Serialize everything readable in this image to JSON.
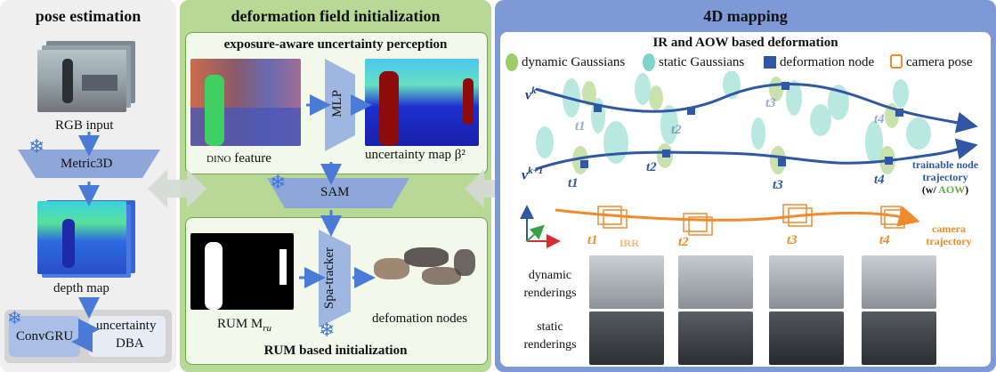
{
  "pose": {
    "title": "pose estimation",
    "rgb_label": "RGB input",
    "metric3d_label": "Metric3D",
    "depth_label": "depth map",
    "convgru_label": "ConvGRU",
    "dba_label_line1": "uncertainty",
    "dba_label_line2": "DBA"
  },
  "deform": {
    "title": "deformation field initialization",
    "exposure_title": "exposure-aware uncertainty perception",
    "mlp_label": "MLP",
    "dino_label_small": "DINO",
    "dino_label_rest": " feature",
    "uncertainty_label": "uncertainty map β²",
    "sam_label": "SAM",
    "rum_label": "RUM M",
    "rum_sub": "ru",
    "spa_label": "Spa-tracker",
    "nodes_label": "defomation nodes",
    "rum_title": "RUM based initialization"
  },
  "mapping": {
    "title": "4D mapping",
    "ir_title": "IR and AOW based deformation",
    "legend": {
      "dynamic": "dynamic Gaussians",
      "static": "static Gaussians",
      "node": "deformation node",
      "camera": "camera pose"
    },
    "vk": "v",
    "vk_sup": "k",
    "vk1": "v",
    "vk1_sup": "k+1",
    "t_labels": [
      "t1",
      "t2",
      "t3",
      "t4"
    ],
    "trainable_line1": "trainable node",
    "trainable_line2": "trajectory",
    "trainable_line3_pre": "(w/ ",
    "trainable_aow": "AOW",
    "trainable_line3_post": ")",
    "irr": "IRR",
    "camera_traj_line1": "camera",
    "camera_traj_line2": "trajectory",
    "dynamic_renderings_line1": "dynamic",
    "dynamic_renderings_line2": "renderings",
    "static_renderings_line1": "static",
    "static_renderings_line2": "renderings"
  },
  "colors": {
    "pose_bg": "#efefef",
    "deform_bg": "#b7d995",
    "mapping_bg": "#7d9ad6",
    "blue_node": "#2f57a3",
    "orange": "#f08a2c",
    "green_gauss": "#9ccc6b",
    "teal_gauss": "#7fd6c8"
  }
}
